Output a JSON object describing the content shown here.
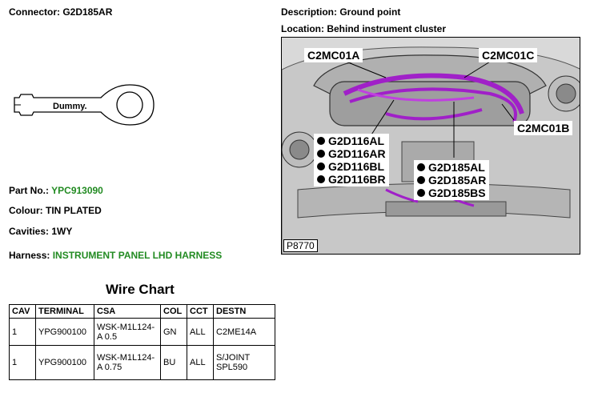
{
  "connector": "Connector: G2D185AR",
  "description": "Description: Ground point",
  "location": "Location: Behind instrument cluster",
  "terminal_drawing_label": "Dummy.",
  "part_no": {
    "label": "Part No.:",
    "value": "YPC913090"
  },
  "colour": "Colour: TIN PLATED",
  "cavities": "Cavities: 1WY",
  "harness": {
    "label": "Harness:",
    "value": "INSTRUMENT PANEL LHD HARNESS"
  },
  "image": {
    "callouts": {
      "c2mc01a": "C2MC01A",
      "c2mc01c": "C2MC01C",
      "c2mc01b": "C2MC01B"
    },
    "stack_left": [
      "G2D116AL",
      "G2D116AR",
      "G2D116BL",
      "G2D116BR"
    ],
    "stack_right": [
      "G2D185AL",
      "G2D185AR",
      "G2D185BS"
    ],
    "figure_id": "P8770"
  },
  "wire_chart": {
    "title": "Wire Chart",
    "headers": [
      "CAV",
      "TERMINAL",
      "CSA",
      "COL",
      "CCT",
      "DESTN"
    ],
    "rows": [
      [
        "1",
        "YPG900100",
        "WSK-M1L124-A 0.5",
        "GN",
        "ALL",
        "C2ME14A"
      ],
      [
        "1",
        "YPG900100",
        "WSK-M1L124-A 0.75",
        "BU",
        "ALL",
        "S/JOINT SPL590"
      ]
    ]
  },
  "colors": {
    "accent_green": "#228b22",
    "harness_purple": "#a020c8"
  }
}
